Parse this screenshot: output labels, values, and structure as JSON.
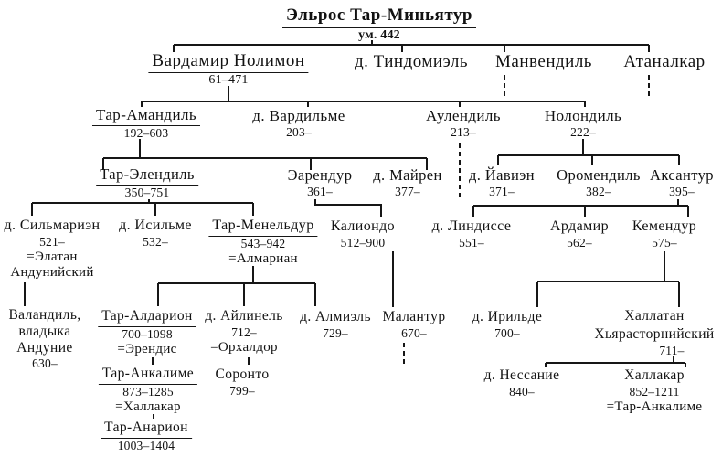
{
  "styles": {
    "background": "#ffffff",
    "text_color": "#121212",
    "line_color": "#161616"
  },
  "people": {
    "elros": {
      "name": "Эльрос Тар-Миньятур",
      "dates": "ум. 442"
    },
    "vardamir": {
      "name": "Вардамир Нолимон",
      "dates": "61–471"
    },
    "tindomiel": {
      "name": "д. Тиндомиэль"
    },
    "manwendil": {
      "name": "Манвендиль"
    },
    "atanalkar": {
      "name": "Атаналкар"
    },
    "amandil": {
      "name": "Тар-Амандиль",
      "dates": "192–603"
    },
    "vardilme": {
      "name": "д. Вардильме",
      "dates": "203–"
    },
    "aulendil": {
      "name": "Аулендиль",
      "dates": "213–"
    },
    "nolondil": {
      "name": "Нолондиль",
      "dates": "222–"
    },
    "elendil": {
      "name": "Тар-Элендиль",
      "dates": "350–751"
    },
    "earendur": {
      "name": "Эарендур",
      "dates": "361–"
    },
    "mairen": {
      "name": "д. Майрен",
      "dates": "377–"
    },
    "yavien": {
      "name": "д. Йавиэн",
      "dates": "371–"
    },
    "oromendil": {
      "name": "Оромендиль",
      "dates": "382–"
    },
    "axantur": {
      "name": "Аксантур",
      "dates": "395–"
    },
    "silmarien": {
      "name": "д. Сильмариэн",
      "dates": "521–",
      "spouse": "=Элатан",
      "spouse2": "Андунийский"
    },
    "isilme": {
      "name": "д. Исильме",
      "dates": "532–"
    },
    "meneldur": {
      "name": "Тар-Менельдур",
      "dates": "543–942",
      "spouse": "=Алмариан"
    },
    "kaliondo": {
      "name": "Калиондо",
      "dates": "512–900"
    },
    "lindisse": {
      "name": "д. Линдиссе",
      "dates": "551–"
    },
    "ardamir": {
      "name": "Ардамир",
      "dates": "562–"
    },
    "kemendur": {
      "name": "Кемендур",
      "dates": "575–"
    },
    "valandil": {
      "name": "Валандиль,",
      "name2": "владыка",
      "name3": "Андуние",
      "dates": "630–"
    },
    "aldarion": {
      "name": "Тар-Алдарион",
      "dates": "700–1098",
      "spouse": "=Эрендис"
    },
    "ailinel": {
      "name": "д. Айлинель",
      "dates": "712–",
      "spouse": "=Орхалдор"
    },
    "almiel": {
      "name": "д. Алмиэль",
      "dates": "729–"
    },
    "malantur": {
      "name": "Малантур",
      "dates": "670–"
    },
    "irilde": {
      "name": "д. Ирильде",
      "dates": "700–"
    },
    "hallatan": {
      "name": "Халлатан",
      "name2": "Хьярасторнийский",
      "dates": "711–"
    },
    "ankalime": {
      "name": "Тар-Анкалиме",
      "dates": "873–1285",
      "spouse": "=Халлакар"
    },
    "soronto": {
      "name": "Соронто",
      "dates": "799–"
    },
    "nessanie": {
      "name": "д. Нессание",
      "dates": "840–"
    },
    "hallacar": {
      "name": "Халлакар",
      "dates": "852–1211",
      "spouse": "=Тар-Анкалиме"
    },
    "anarion": {
      "name": "Тар-Анарион",
      "dates": "1003–1404"
    }
  },
  "relations": {
    "children": {
      "elros": [
        "vardamir",
        "tindomiel",
        "manwendil",
        "atanalkar"
      ],
      "vardamir": [
        "amandil",
        "vardilme",
        "aulendil",
        "nolondil"
      ],
      "amandil": [
        "elendil",
        "earendur",
        "mairen"
      ],
      "nolondil": [
        "yavien",
        "oromendil",
        "axantur"
      ],
      "elendil": [
        "silmarien",
        "isilme",
        "meneldur"
      ],
      "earendur": [
        "kaliondo"
      ],
      "axantur": [
        "lindisse",
        "ardamir",
        "kemendur"
      ],
      "silmarien": [
        "valandil"
      ],
      "meneldur": [
        "aldarion",
        "ailinel",
        "almiel"
      ],
      "kaliondo": [
        "malantur"
      ],
      "kemendur": [
        "irilde",
        "hallatan"
      ],
      "aldarion": [
        "ankalime"
      ],
      "ailinel": [
        "soronto"
      ],
      "hallatan": [
        "nessanie",
        "hallacar"
      ],
      "ankalime": [
        "anarion"
      ]
    },
    "descendants_hidden": [
      "manwendil",
      "atanalkar",
      "aulendil",
      "malantur"
    ]
  }
}
